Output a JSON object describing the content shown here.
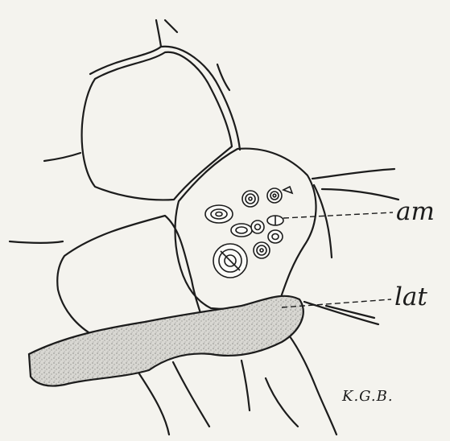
{
  "figure": {
    "labels": {
      "am": "am",
      "lat": "lat"
    },
    "signature": "K.G.B.",
    "colors": {
      "background": "#f4f3ee",
      "ink": "#1c1c1c",
      "cell_wall_fill": "#fbfbf8",
      "latex_stipple": "#cfcfca"
    }
  }
}
